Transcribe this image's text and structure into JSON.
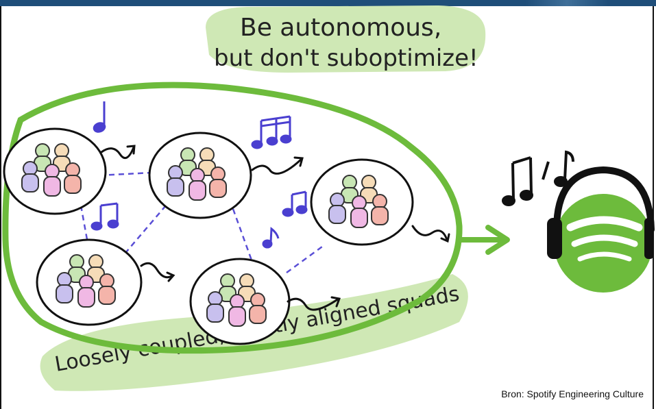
{
  "slide": {
    "top_note_line1": "Be autonomous,",
    "top_note_line2": "but don't suboptimize!",
    "bottom_note": "Loosely coupled, Tightly aligned squads",
    "source": "Bron: Spotify Engineering Culture"
  },
  "colors": {
    "header_bar": "#1f4e79",
    "green": "#6dbb3c",
    "highlight": "#cfe8b5",
    "notes": "#4a3fd0"
  },
  "icons": [
    "music-note-icon",
    "spotify-headphones-icon",
    "person-icon",
    "arrow-icon"
  ]
}
